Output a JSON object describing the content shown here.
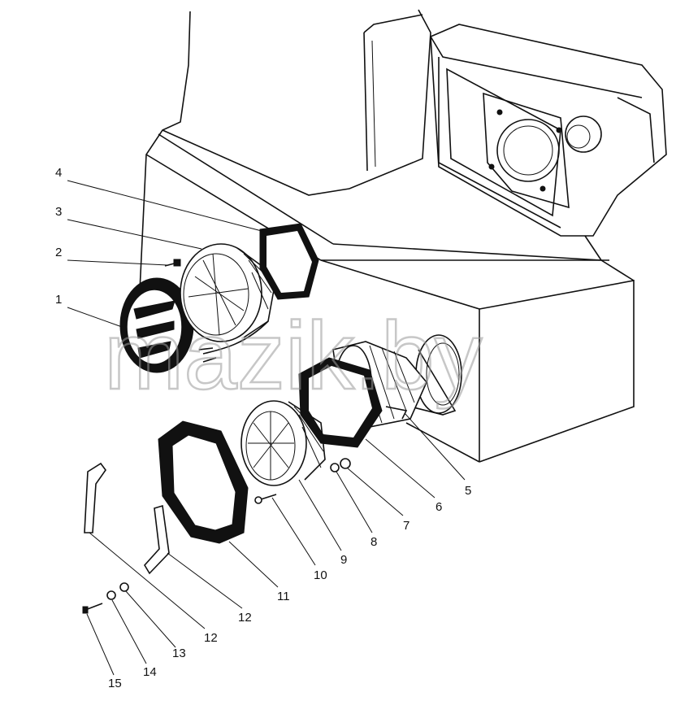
{
  "watermark": "mazik.by",
  "callouts": {
    "c1": "1",
    "c2": "2",
    "c3": "3",
    "c4": "4",
    "c5": "5",
    "c6": "6",
    "c7": "7",
    "c8": "8",
    "c9": "9",
    "c10": "10",
    "c11": "11",
    "c12a": "12",
    "c12b": "12",
    "c13": "13",
    "c14": "14",
    "c15": "15"
  }
}
